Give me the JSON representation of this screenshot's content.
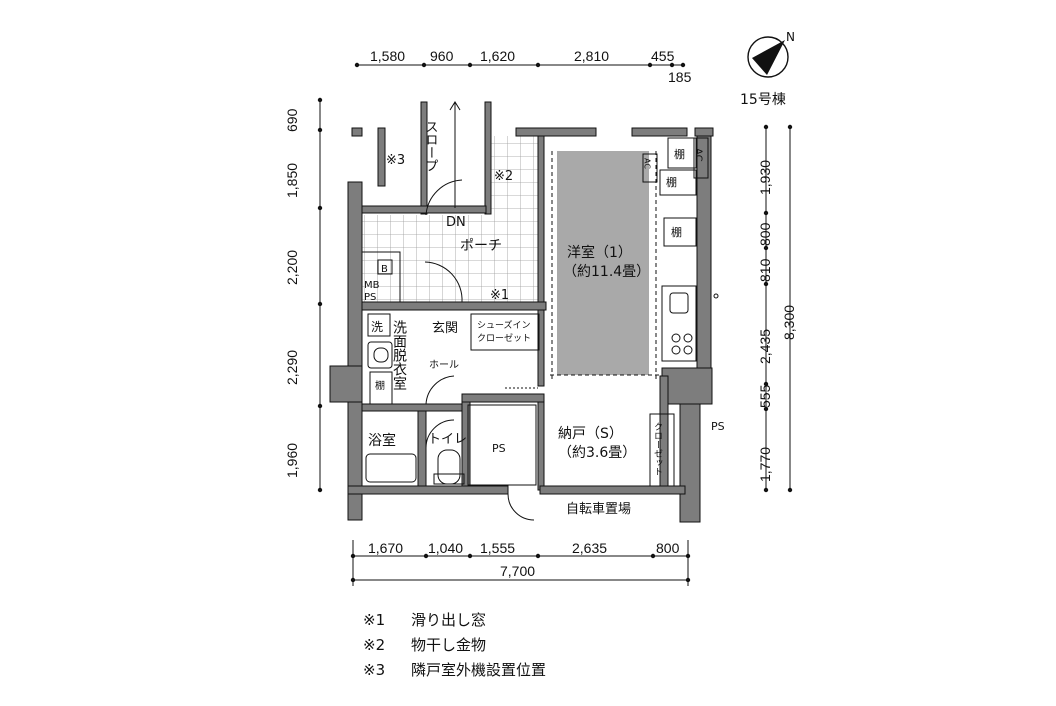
{
  "dims": {
    "top": [
      "1,580",
      "960",
      "1,620",
      "2,810",
      "455"
    ],
    "top_sub": "185",
    "bottom": [
      "1,670",
      "1,040",
      "1,555",
      "2,635",
      "800"
    ],
    "bottom_total": "7,700",
    "left": [
      "690",
      "1,850",
      "2,200",
      "2,290",
      "1,960"
    ],
    "right": [
      "1,930",
      "800",
      "810",
      "2,435",
      "555",
      "1,770"
    ],
    "right_total": "8,300"
  },
  "building": "15号棟",
  "north": "N",
  "rooms": {
    "western": "洋室（1）",
    "western_area": "（約11.4畳）",
    "porch": "ポーチ",
    "slope": "スロープ",
    "dn": "DN",
    "entrance": "玄関",
    "hall": "ホール",
    "shoe_closet_1": "シューズイン",
    "shoe_closet_2": "クローゼット",
    "washroom": "洗面脱衣室",
    "wash": "洗",
    "bath": "浴室",
    "toilet": "トイレ",
    "ps": "PS",
    "storage": "納戸（S）",
    "storage_area": "（約3.6畳）",
    "closet": "クローゼット",
    "bicycle": "自転車置場",
    "shelf": "棚",
    "ac": "AC",
    "mbps_1": "MB",
    "mbps_2": "PS",
    "b": "B"
  },
  "marks": {
    "m1": "※1",
    "m2": "※2",
    "m3": "※3"
  },
  "notes": [
    {
      "mark": "※1",
      "text": "滑り出し窓"
    },
    {
      "mark": "※2",
      "text": "物干し金物"
    },
    {
      "mark": "※3",
      "text": "隣戸室外機設置位置"
    }
  ]
}
